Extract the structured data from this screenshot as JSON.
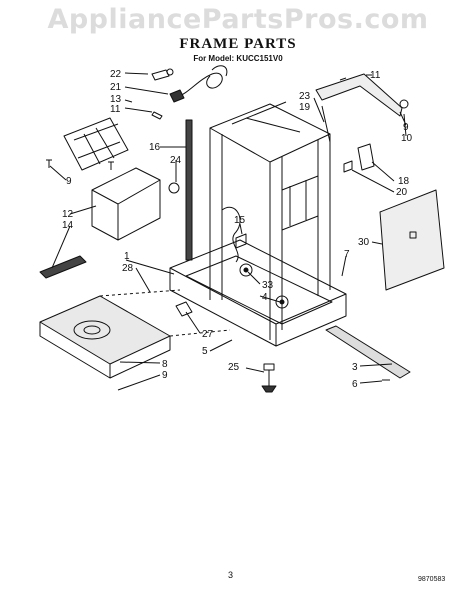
{
  "header": {
    "watermark": "AppliancePartsPros.com",
    "title": "FRAME PARTS",
    "subtitle": "For Model: KUCC151V0"
  },
  "callouts": [
    {
      "id": "c-22",
      "label": "22"
    },
    {
      "id": "c-21",
      "label": "21"
    },
    {
      "id": "c-13",
      "label": "13"
    },
    {
      "id": "c-11a",
      "label": "11"
    },
    {
      "id": "c-11b",
      "label": "11"
    },
    {
      "id": "c-23",
      "label": "23"
    },
    {
      "id": "c-19",
      "label": "19"
    },
    {
      "id": "c-9a",
      "label": "9"
    },
    {
      "id": "c-10",
      "label": "10"
    },
    {
      "id": "c-16",
      "label": "16"
    },
    {
      "id": "c-24",
      "label": "24"
    },
    {
      "id": "c-18",
      "label": "18"
    },
    {
      "id": "c-20",
      "label": "20"
    },
    {
      "id": "c-9b",
      "label": "9"
    },
    {
      "id": "c-12",
      "label": "12"
    },
    {
      "id": "c-14",
      "label": "14"
    },
    {
      "id": "c-15",
      "label": "15"
    },
    {
      "id": "c-30",
      "label": "30"
    },
    {
      "id": "c-1",
      "label": "1"
    },
    {
      "id": "c-28",
      "label": "28"
    },
    {
      "id": "c-7",
      "label": "7"
    },
    {
      "id": "c-33",
      "label": "33"
    },
    {
      "id": "c-4",
      "label": "4"
    },
    {
      "id": "c-27",
      "label": "27"
    },
    {
      "id": "c-5",
      "label": "5"
    },
    {
      "id": "c-25",
      "label": "25"
    },
    {
      "id": "c-8",
      "label": "8"
    },
    {
      "id": "c-9c",
      "label": "9"
    },
    {
      "id": "c-3",
      "label": "3"
    },
    {
      "id": "c-6",
      "label": "6"
    }
  ],
  "footer": {
    "page_number": "3",
    "doc_number": "9870583"
  }
}
